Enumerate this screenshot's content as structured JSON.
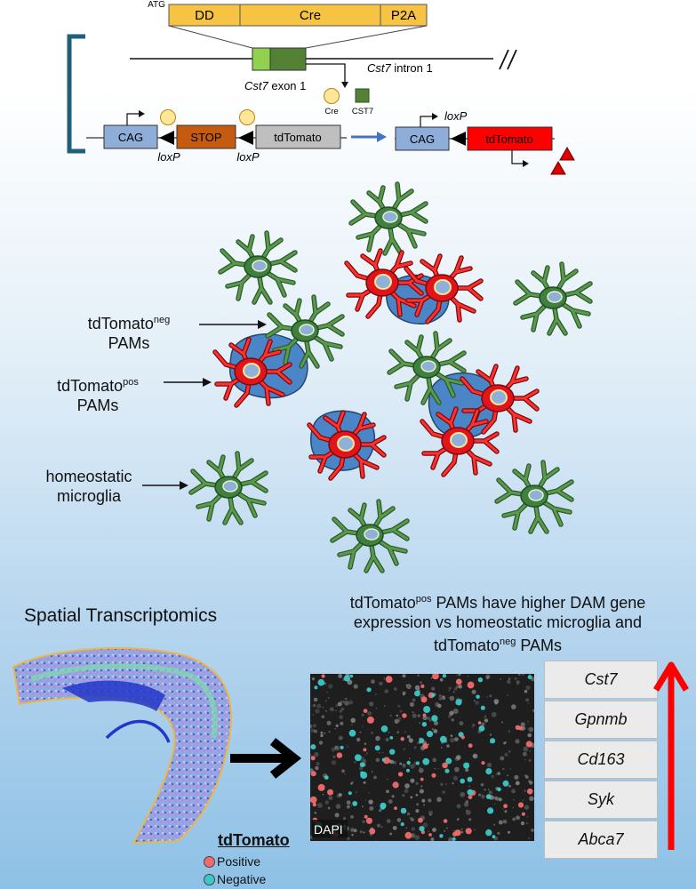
{
  "construct": {
    "atg_label": "ATG",
    "dd_label": "DD",
    "cre_label": "Cre",
    "p2a_label": "P2A",
    "exon_gene": "Cst7",
    "exon_suffix": " exon 1",
    "intron_gene": "Cst7",
    "intron_suffix": " intron 1",
    "cre_protein_label": "Cre",
    "cst7_protein_label": "CST7",
    "cag_label": "CAG",
    "stop_label": "STOP",
    "tdtomato_label": "tdTomato",
    "loxp_left": "loxP",
    "loxp_middle": "loxP",
    "loxp_recombined": "loxP",
    "cag_recombined_label": "CAG",
    "tdtomato_recombined_label": "tdTomato"
  },
  "cell_labels": {
    "neg_main": "tdTomato",
    "neg_sup": "neg",
    "neg_line2": "PAMs",
    "pos_main": "tdTomato",
    "pos_sup": "pos",
    "pos_line2": "PAMs",
    "homeostatic_line1": "homeostatic",
    "homeostatic_line2": "microglia"
  },
  "spatial": {
    "title": "Spatial Transcriptomics",
    "finding_pre": "tdTomato",
    "finding_sup": "pos",
    "finding_line1_rest": " PAMs have higher DAM gene",
    "finding_line2": "expression vs homeostatic microglia and",
    "finding_line3_pre": "tdTomato",
    "finding_line3_sup": "neg",
    "finding_line3_rest": " PAMs",
    "dapi_label": "DAPI",
    "legend_title": "tdTomato",
    "legend_positive": "Positive",
    "legend_negative": "Negative",
    "genes": [
      "Cst7",
      "Gpnmb",
      "Cd163",
      "Syk",
      "Abca7"
    ]
  },
  "colors": {
    "dd": "#f6c343",
    "cag": "#8fadd9",
    "stop": "#c55a11",
    "tdtomato_gray": "#bfbfbf",
    "tdtomato_red": "#ff0000",
    "cre_circle": "#ffe699",
    "cst7_square": "#548235",
    "bracket": "#1f5f7a",
    "microglia_green": "#3f7f3f",
    "pam_red": "#e0141a",
    "plaque_blue": "#4a85c8",
    "positive_dot": "#f26b6b",
    "negative_dot": "#3cc8c8",
    "up_arrow": "#ff0000"
  }
}
